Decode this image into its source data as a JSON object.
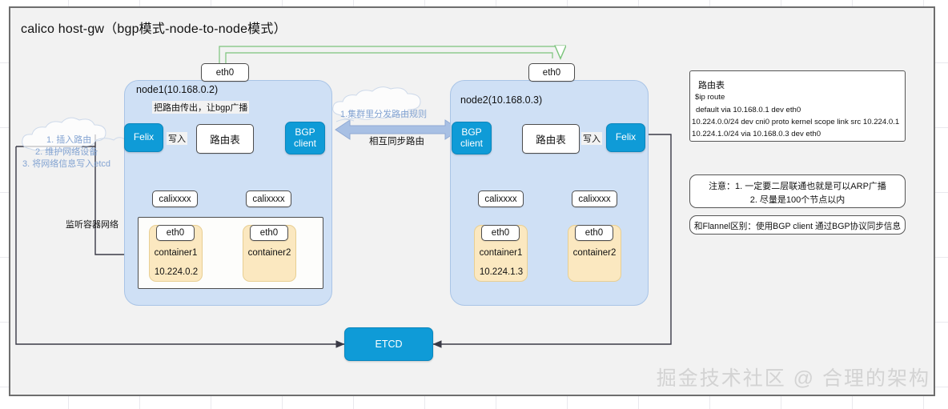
{
  "title": "calico host-gw（bgp模式-node-to-node模式）",
  "nodes": [
    {
      "id": "node1",
      "label": "node1(10.168.0.2)",
      "eth0": "eth0",
      "felix": "Felix",
      "route_table": "路由表",
      "bgp_client_line1": "BGP",
      "bgp_client_line2": "client",
      "write_label": "写入",
      "broadcast_label": "把路由传出，让bgp广播",
      "veths": [
        "calixxxx",
        "calixxxx"
      ],
      "containers": [
        {
          "eth0": "eth0",
          "name": "container1",
          "ip": "10.224.0.2"
        },
        {
          "eth0": "eth0",
          "name": "container2",
          "ip": ""
        }
      ]
    },
    {
      "id": "node2",
      "label": "node2(10.168.0.3)",
      "eth0": "eth0",
      "felix": "Felix",
      "route_table": "路由表",
      "bgp_client_line1": "BGP",
      "bgp_client_line2": "client",
      "write_label": "写入",
      "veths": [
        "calixxxx",
        "calixxxx"
      ],
      "containers": [
        {
          "eth0": "eth0",
          "name": "container1",
          "ip": "10.224.1.3"
        },
        {
          "eth0": "eth0",
          "name": "container2",
          "ip": ""
        }
      ]
    }
  ],
  "etcd": {
    "label": "ETCD"
  },
  "annotations": {
    "felix_cloud": [
      "1. 插入路由",
      "2. 维护网络设备",
      "3. 将网络信息写入etcd"
    ],
    "bgp_cloud": "1.集群里分发路由规则",
    "sync_arrow_label": "相互同步路由",
    "listen_label": "监听容器网络"
  },
  "route_panel": {
    "title": "路由表",
    "command": "$ip route",
    "lines": [
      "default via 10.168.0.1 dev eth0",
      "10.224.0.0/24 dev cni0 proto kernel scope link src 10.224.0.1",
      "10.224.1.0/24  via 10.168.0.3 dev eth0"
    ]
  },
  "note_panel": {
    "line1": "注意：1. 一定要二层联通也就是可以ARP广播",
    "line2": "2. 尽量是100个节点以内"
  },
  "flannel_panel": {
    "text": "和Flannel区别：使用BGP client 通过BGP协议同步信息"
  },
  "watermark": "掘金技术社区 @ 合理的架构",
  "colors": {
    "accent_blue": "#0f9bd7",
    "node_fill": "#cfe0f5",
    "container_fill": "#fbe8c0",
    "bgp_arrow": "#9ab6e0",
    "green_link": "#7cc47c"
  }
}
